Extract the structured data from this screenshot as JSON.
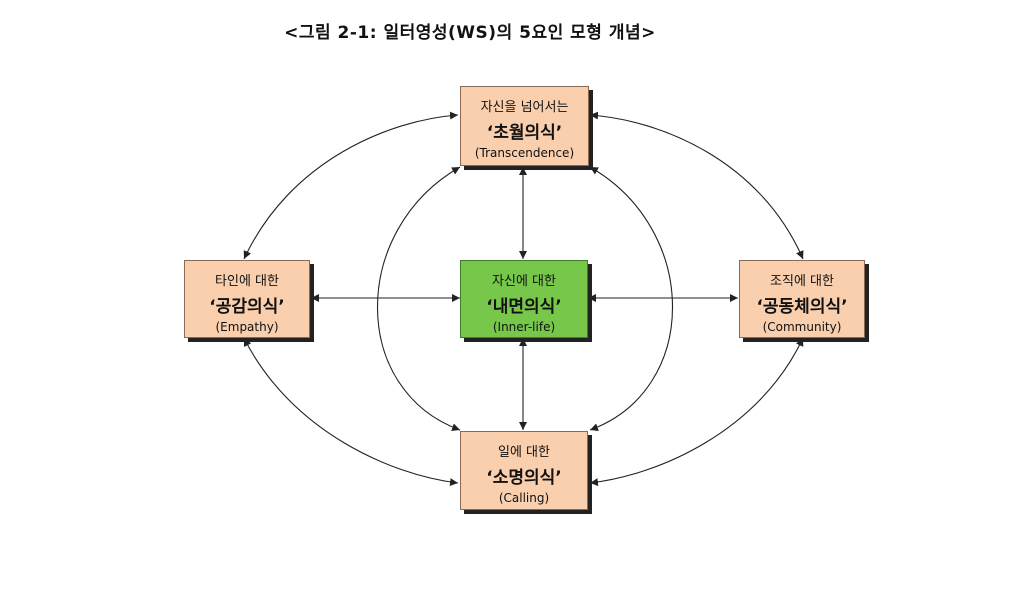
{
  "title": "<그림 2-1: 일터영성(WS)의 5요인 모형 개념>",
  "nodes": {
    "transcendence": {
      "sub": "자신을 넘어서는",
      "main": "‘초월의식’",
      "en": "(Transcendence)"
    },
    "empathy": {
      "sub": "타인에 대한",
      "main": "‘공감의식’",
      "en": "(Empathy)"
    },
    "inner": {
      "sub": "자신에 대한",
      "main": "‘내면의식’",
      "en": "(Inner-life)"
    },
    "community": {
      "sub": "조직에 대한",
      "main": "‘공동체의식’",
      "en": "(Community)"
    },
    "calling": {
      "sub": "일에 대한",
      "main": "‘소명의식’",
      "en": "(Calling)"
    }
  },
  "colors": {
    "peach": "#f9cfae",
    "green": "#77c74b",
    "line": "#222222"
  }
}
